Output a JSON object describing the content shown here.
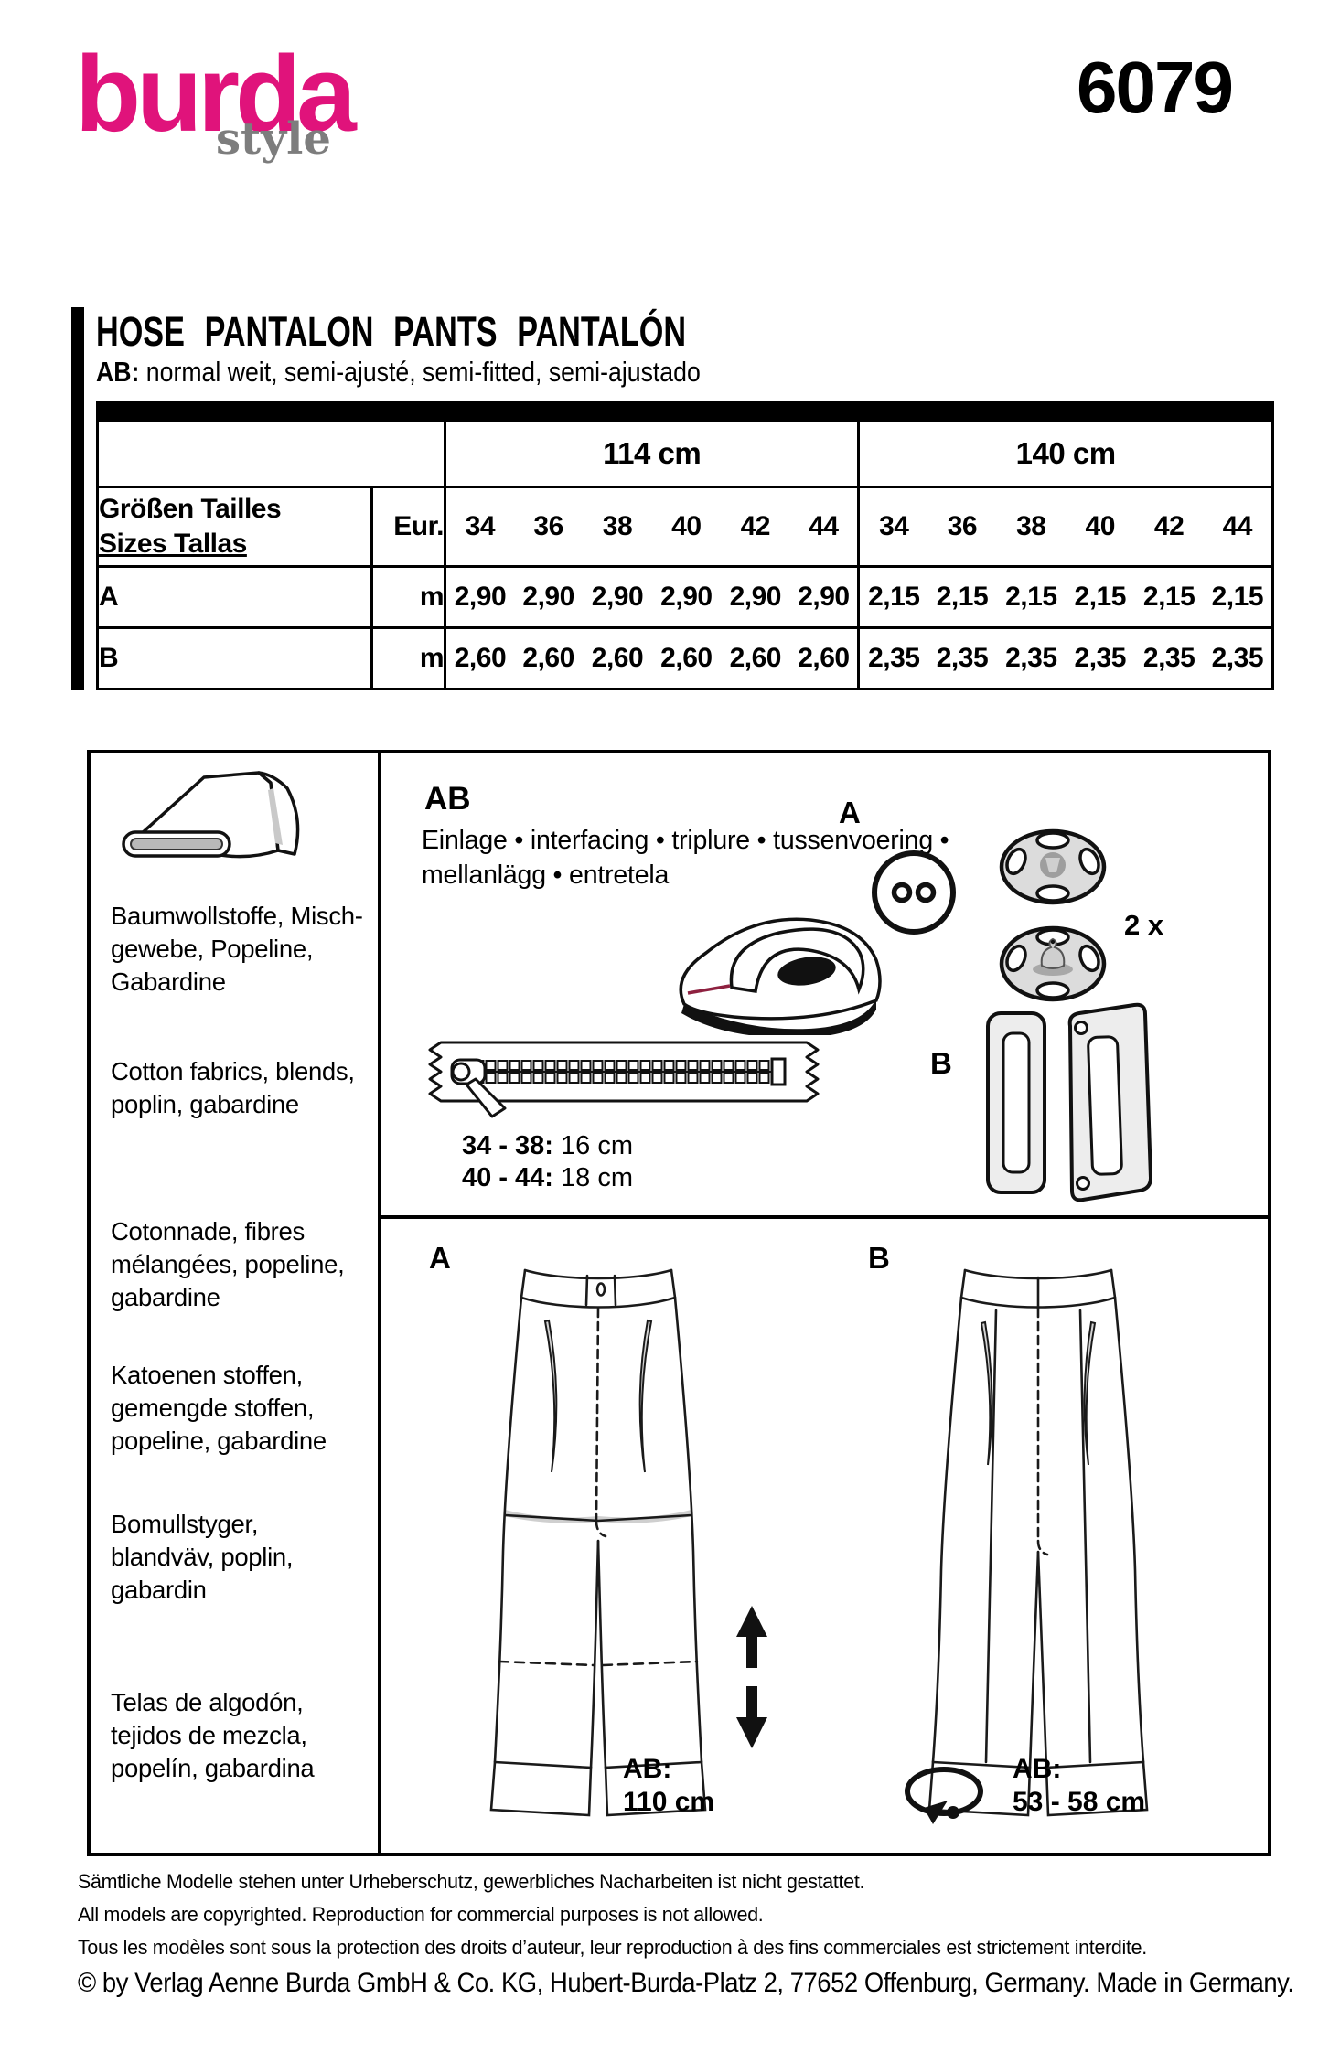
{
  "brand": {
    "logo_main": "burda",
    "logo_sub": "style",
    "pattern_number": "6079"
  },
  "title": {
    "heading": "HOSE  PANTALON  PANTS  PANTALÓN",
    "fit_label": "AB:",
    "fit_text": " normal weit, semi-ajusté, semi-fitted, semi-ajustado"
  },
  "size_table": {
    "group_headers": [
      "114 cm",
      "140 cm"
    ],
    "row_header_line1": "Größen  Tailles",
    "row_header_line2": "Sizes  Tallas",
    "eur_label": "Eur.",
    "unit": "m",
    "sizes": [
      "34",
      "36",
      "38",
      "40",
      "42",
      "44"
    ],
    "rows": [
      {
        "label": "A",
        "values": [
          "2,90",
          "2,90",
          "2,90",
          "2,90",
          "2,90",
          "2,90",
          "2,15",
          "2,15",
          "2,15",
          "2,15",
          "2,15",
          "2,15"
        ]
      },
      {
        "label": "B",
        "values": [
          "2,60",
          "2,60",
          "2,60",
          "2,60",
          "2,60",
          "2,60",
          "2,35",
          "2,35",
          "2,35",
          "2,35",
          "2,35",
          "2,35"
        ]
      }
    ]
  },
  "fabrics": {
    "de": "Baumwollstoffe, Misch-gewebe, Popeline, Gabardine",
    "en": "Cotton fabrics, blends, poplin, gabardine",
    "fr": "Cotonnade, fibres mélangées, popeline, gabardine",
    "nl": "Katoenen stoffen, gemengde stoffen, popeline, gabardine",
    "sv": "Bomullstyger, blandväv, poplin, gabardin",
    "es": "Telas de algodón, tejidos de mezcla, popelín, gabardina"
  },
  "notions": {
    "group_label": "AB",
    "interfacing_text": "Einlage • interfacing • triplure • tussenvoering • mellanlägg • entretela",
    "view_a_label": "A",
    "view_b_label": "B",
    "snap_count": "2 x",
    "zipper_size_1_range": "34 - 38:",
    "zipper_size_1_length": " 16 cm",
    "zipper_size_2_range": "40 - 44:",
    "zipper_size_2_length": " 18 cm"
  },
  "views": {
    "a_label": "A",
    "b_label": "B",
    "length_note_label": "AB:",
    "length_note_value": "110 cm",
    "waist_note_label": "AB:",
    "waist_note_value": "53 - 58 cm"
  },
  "footer": {
    "line_de": "Sämtliche Modelle stehen unter Urheberschutz, gewerbliches Nacharbeiten ist nicht gestattet.",
    "line_en": "All models are copyrighted. Reproduction for commercial purposes is not allowed.",
    "line_fr": "Tous les modèles sont sous la protection des droits d’auteur, leur reproduction à des fins commerciales est strictement interdite.",
    "line_copyright": "© by Verlag Aenne Burda GmbH & Co. KG, Hubert-Burda-Platz 2, 77652 Offenburg, Germany. Made in Germany."
  },
  "colors": {
    "brand_pink": "#e0137b",
    "logo_gray": "#7d7d7d",
    "accent_red": "#8e2140"
  }
}
